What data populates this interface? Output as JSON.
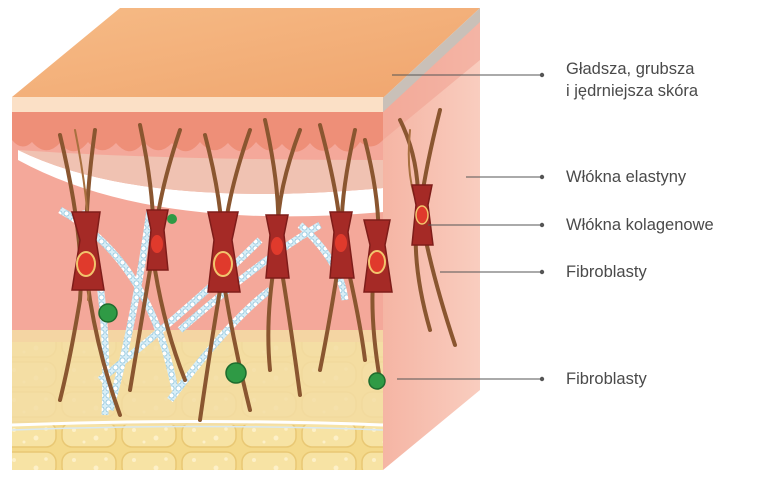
{
  "labels": {
    "skin": {
      "line1": "Gładsza, grubsza",
      "line2": "i jędrniejsza skóra"
    },
    "elastin": "Włókna elastyny",
    "collagen": "Włókna kolagenowe",
    "fibroblasts_1": "Fibroblasty",
    "fibroblasts_2": "Fibroblasty"
  },
  "colors": {
    "epidermis_top": "#f2ad78",
    "dermis": "#f3a79a",
    "side_face": "#f7c0b2",
    "fat_layer": "#f3dc9c",
    "collagen_fiber": "#8a5630",
    "fibroblast": "#a52a26",
    "elastin_fiber": "#b9dcea",
    "cell_green": "#2f9a45",
    "leader_line": "#555555"
  }
}
